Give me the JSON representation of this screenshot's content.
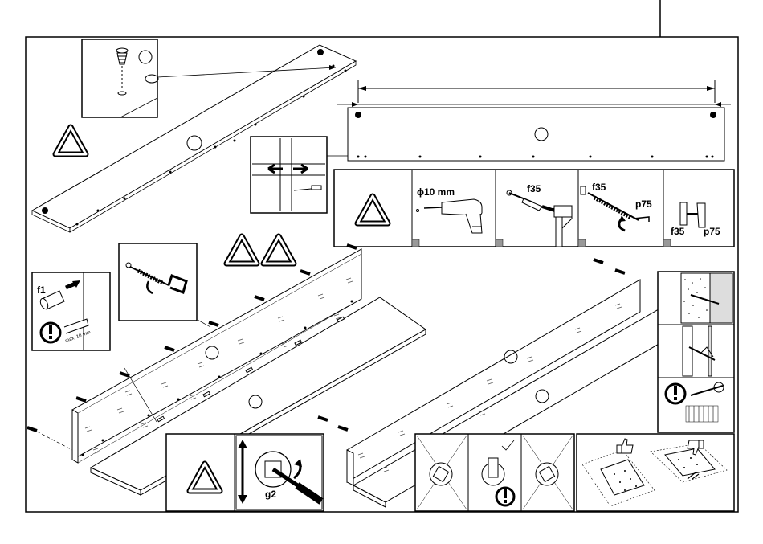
{
  "labels": {
    "drill_size": "ϕ10 mm",
    "dowel_f35_a": "f35",
    "dowel_f35_b": "f35",
    "screw_p75_a": "p75",
    "bracket_f35": "f35",
    "bracket_p75": "p75",
    "pin_f1": "f1",
    "tool_g2": "g2",
    "max_note": "max. 10 mm"
  },
  "icons": {
    "warning": "triangle-warning-icon",
    "caution": "exclamation-circle-icon",
    "approve": "thumbs-up-icon",
    "reject": "thumbs-down-icon",
    "drill": "power-drill-icon",
    "check": "check-mark-icon",
    "wrong": "cross-mark-icon"
  }
}
